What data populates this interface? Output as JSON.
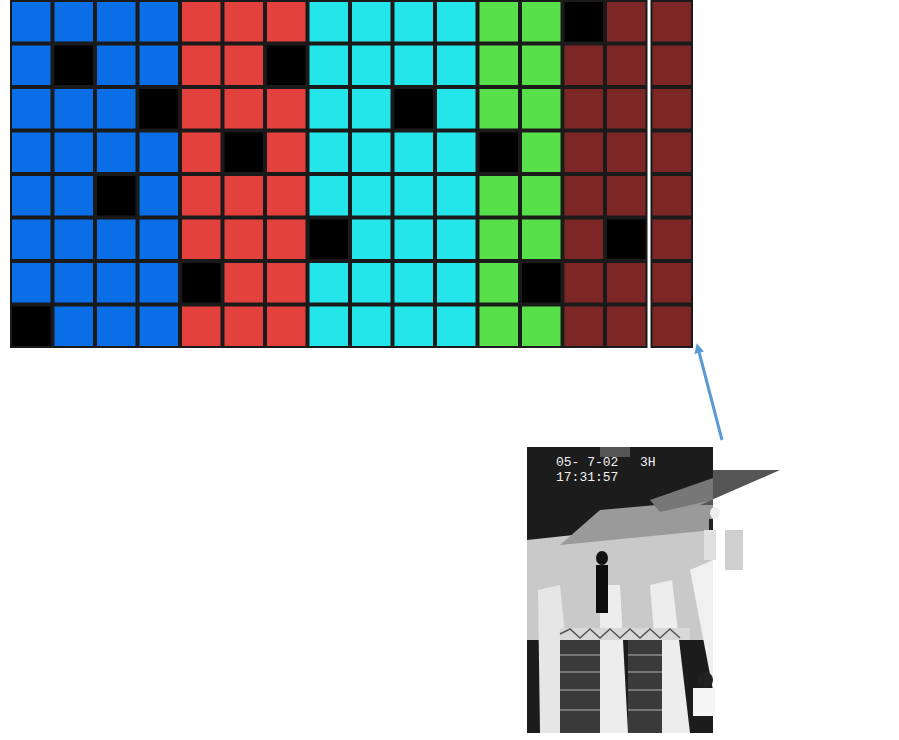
{
  "diagram": {
    "labels": [
      "05- 7-02",
      "3H",
      "17:31:57"
    ]
  }
}
